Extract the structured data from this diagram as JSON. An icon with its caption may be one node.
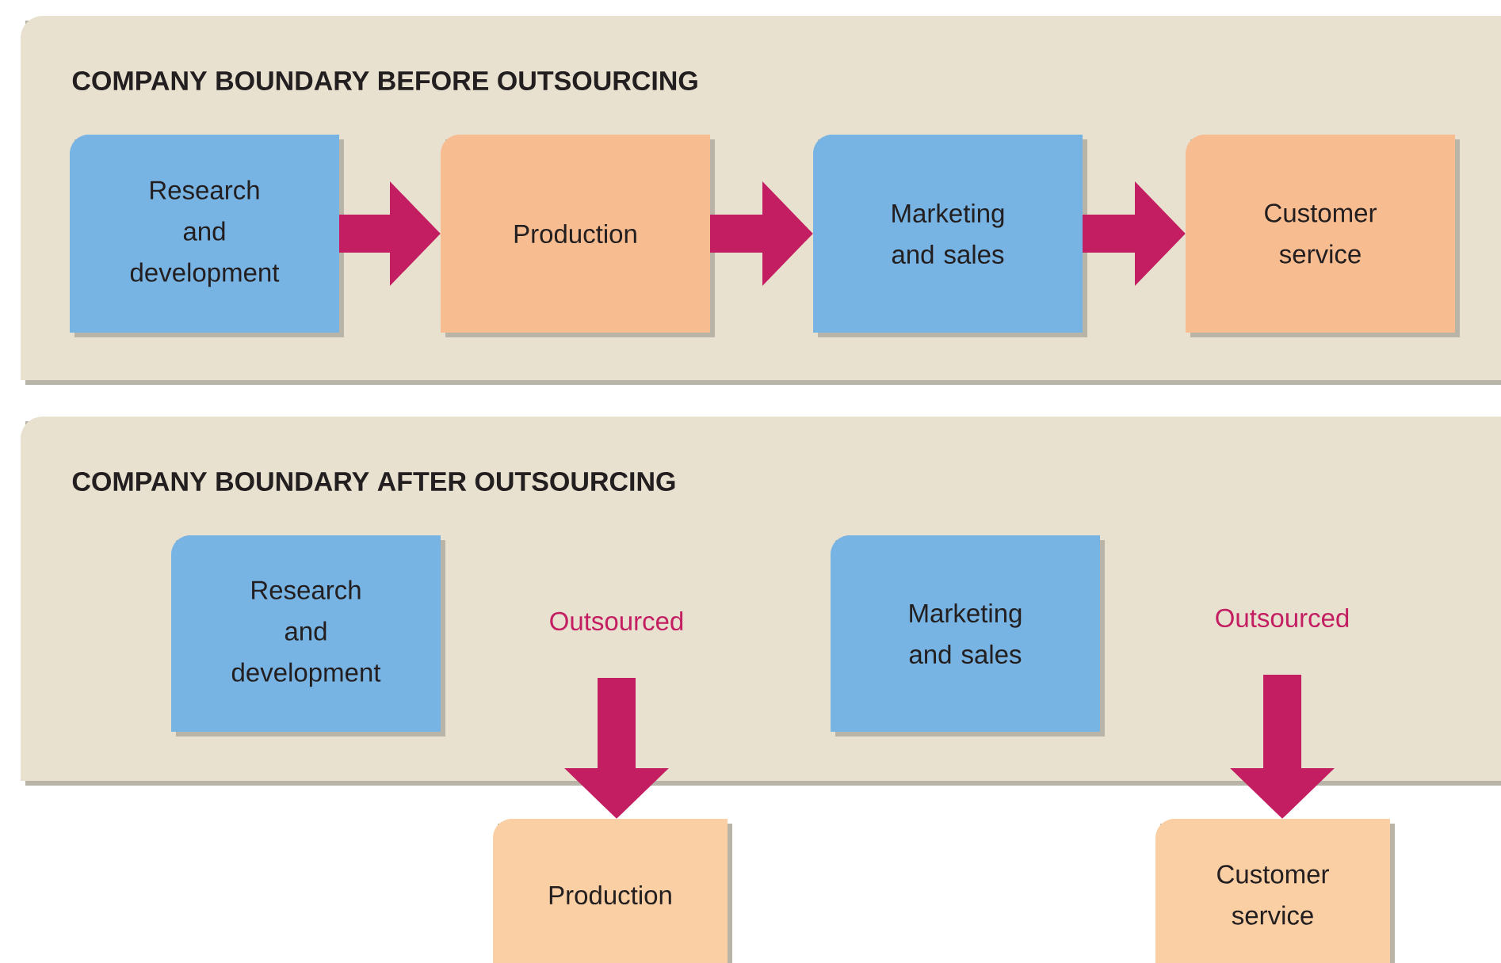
{
  "diagram": {
    "nodes": [
      {
        "text": [
          "COMPANY BOUNDARY BEFORE OUTSOURCING"
        ]
      },
      {
        "text": [
          "Research and development"
        ],
        "in": 0
      },
      {
        "text": [
          "Production"
        ],
        "in": 0
      },
      {
        "text": [
          "Marketing and sales"
        ],
        "in": 0
      },
      {
        "text": [
          "Customer service"
        ],
        "in": 0
      },
      {
        "text": [
          "COMPANY BOUNDARY AFTER OUTSOURCING"
        ]
      },
      {
        "text": [
          "Research and development"
        ],
        "in": 5
      },
      {
        "text": [
          "Marketing and sales"
        ],
        "in": 5
      },
      {
        "text": [
          "Outsourced"
        ],
        "in": 5
      },
      {
        "text": [
          "Outsourced"
        ],
        "in": 5
      },
      {
        "text": [
          "Production"
        ]
      },
      {
        "text": [
          "Customer service"
        ]
      }
    ],
    "edges": [
      {
        "from": 1,
        "to": 2,
        "arrow": "to"
      },
      {
        "from": 2,
        "to": 3,
        "arrow": "to"
      },
      {
        "from": 3,
        "to": 4,
        "arrow": "to"
      },
      {
        "from": 8,
        "to": 10,
        "arrow": "to"
      },
      {
        "from": 9,
        "to": 11,
        "arrow": "to"
      }
    ]
  }
}
